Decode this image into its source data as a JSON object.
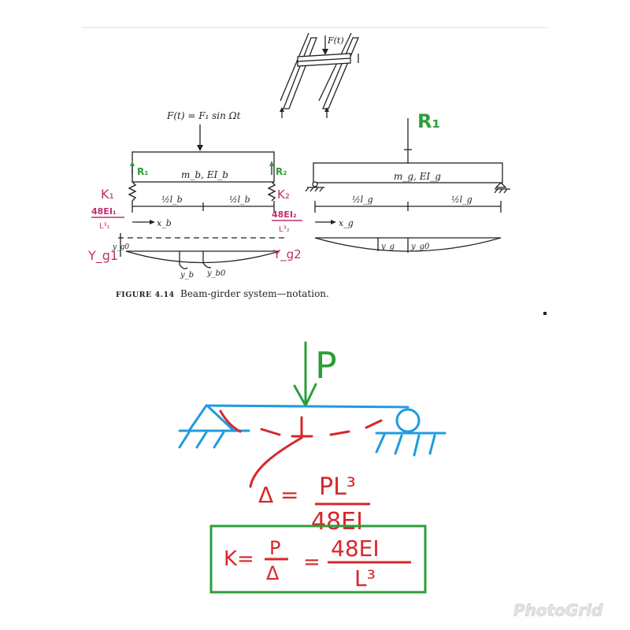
{
  "figure": {
    "caption_label": "FIGURE 4.14",
    "caption_text": "Beam-girder system—notation.",
    "force_top": "F(t)",
    "force_eq": "F(t) = F₁ sin Ωt",
    "beam_props": "m_b, EI_b",
    "girder_props": "m_g, EI_g",
    "half_lb_left": "½l_b",
    "half_lb_right": "½l_b",
    "half_lg_left": "½l_g",
    "half_lg_right": "½l_g",
    "xb": "x_b",
    "xg": "x_g",
    "yg0": "y_g0",
    "yb": "y_b",
    "yb0": "y_b0",
    "yg": "y_g",
    "yg0_girder": "y_g0"
  },
  "annotations": {
    "R1": "R₁",
    "R2": "R₂",
    "R1_big": "R₁",
    "K1": "K₁",
    "K2": "K₂",
    "k1_num": "48EI₁",
    "k1_den": "L³₁",
    "k2_num": "48EI₂",
    "k2_den": "L³₂",
    "yg1": "Y_g1",
    "yg2": "Y_g2"
  },
  "sketch": {
    "load": "P",
    "delta_eq_lhs": "Δ =",
    "delta_eq_num": "PL³",
    "delta_eq_den": "48EI",
    "k_lhs": "K=",
    "k_frac_num": "P",
    "k_frac_den": "Δ",
    "k_eq": "=",
    "k_rhs_num": "48EI",
    "k_rhs_den": "L³"
  },
  "watermark": "PhotoGrid",
  "colors": {
    "ink": "#222222",
    "green": "#2e9e3a",
    "magenta": "#c0306e",
    "red": "#d6282a",
    "blue": "#1f9be0"
  }
}
